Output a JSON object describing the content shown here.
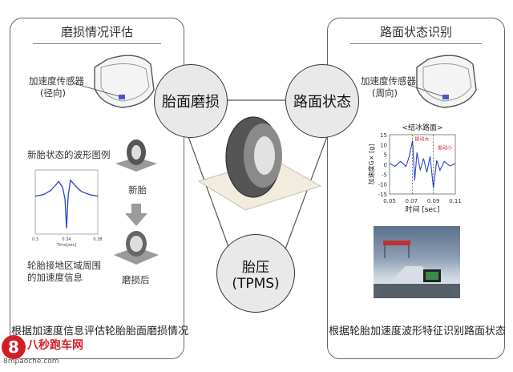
{
  "left_panel": {
    "title": "磨损情况评估",
    "sensor_label_line1": "加速度传感器",
    "sensor_label_line2": "(径向)",
    "waveform_label": "新胎状态的波形图例",
    "new_tire_label": "新胎",
    "worn_tire_label": "磨损后",
    "contact_label_line1": "轮胎接地区域周围",
    "contact_label_line2": "的加速度信息",
    "footer": "根据加速度信息评估轮胎胎面磨损情况"
  },
  "right_panel": {
    "title": "路面状态识别",
    "sensor_label_line1": "加速度传感器",
    "sensor_label_line2": "(周向)",
    "footer": "根据轮胎加速度波形特征识别路面状态"
  },
  "circles": {
    "tread_wear": "胎面磨损",
    "road_condition": "路面状态",
    "pressure_line1": "胎压",
    "pressure_line2": "(TPMS)"
  },
  "chart_data": [
    {
      "type": "line",
      "title": "",
      "xlabel": "Time[sec]",
      "ylabel": "",
      "x_ticks": [
        "0.3",
        "0.34",
        "0.38"
      ],
      "series": [
        {
          "x": [
            0.3,
            0.31,
            0.32,
            0.325,
            0.33,
            0.335,
            0.338,
            0.34,
            0.342,
            0.345,
            0.35,
            0.355,
            0.36,
            0.37,
            0.38
          ],
          "y": [
            0.2,
            0.25,
            0.4,
            0.55,
            0.7,
            0.5,
            0.1,
            -0.9,
            0.2,
            0.75,
            0.6,
            0.45,
            0.35,
            0.25,
            0.2
          ]
        }
      ]
    },
    {
      "type": "line",
      "title": "<结冰路面>",
      "xlabel": "时间 [sec]",
      "ylabel": "加速度G× [g]",
      "xlim": [
        0.05,
        0.11
      ],
      "ylim": [
        -15,
        15
      ],
      "x_ticks": [
        "0.05",
        "0.07",
        "0.09",
        "0.11"
      ],
      "y_ticks": [
        "15",
        "10",
        "5",
        "0",
        "-5",
        "-10",
        "-15"
      ],
      "annotations": [
        "振动大",
        "振动小"
      ],
      "series": [
        {
          "x": [
            0.05,
            0.055,
            0.06,
            0.065,
            0.068,
            0.071,
            0.073,
            0.075,
            0.078,
            0.081,
            0.084,
            0.087,
            0.09,
            0.093,
            0.096,
            0.1,
            0.105,
            0.11
          ],
          "y": [
            0.5,
            -1,
            1.5,
            -1,
            4,
            12,
            -8,
            6,
            -3,
            3,
            -4,
            4,
            -12,
            2,
            -3,
            1.5,
            -0.8,
            0.3
          ]
        }
      ]
    }
  ]
}
